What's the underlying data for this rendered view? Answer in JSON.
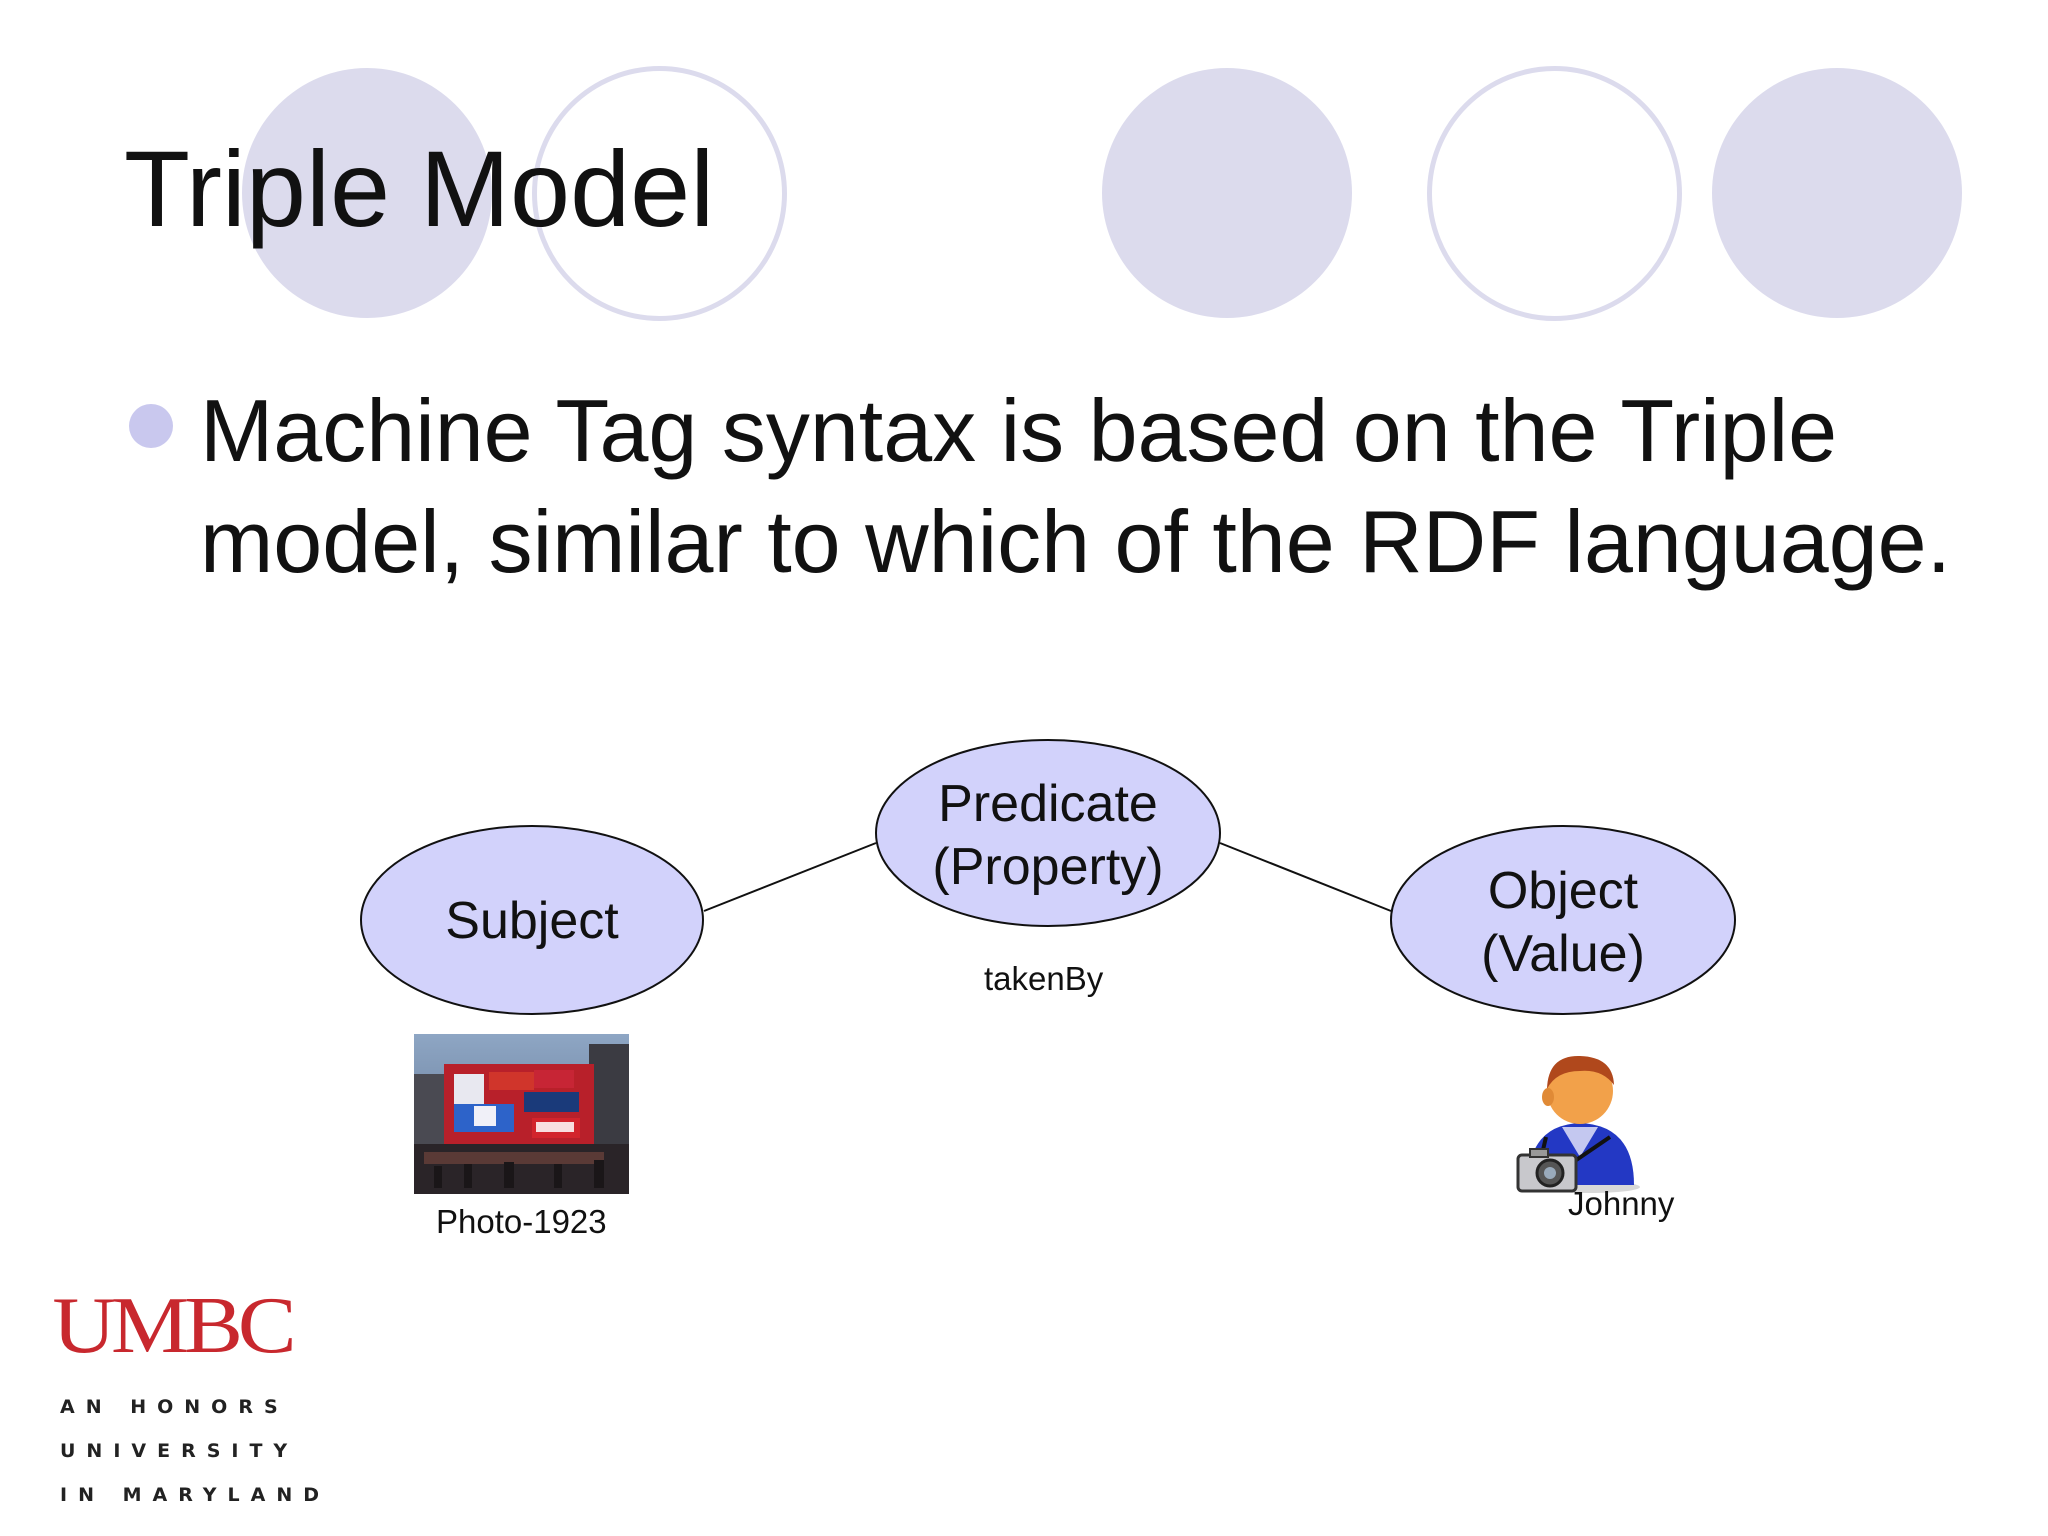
{
  "slide": {
    "title": "Triple Model",
    "bullet": "Machine Tag syntax is based on the Triple model, similar to which of the RDF language."
  },
  "diagram": {
    "subject": {
      "line1": "Subject"
    },
    "predicate": {
      "line1": "Predicate",
      "line2": "(Property)"
    },
    "object": {
      "line1": "Object",
      "line2": "(Value)"
    },
    "predicate_caption": "takenBy",
    "subject_caption": "Photo-1923",
    "object_caption": "Johnny",
    "node_fill": "#d2d2fb",
    "subject_image": "city-street-photo",
    "object_icon": "person-with-camera-icon"
  },
  "logo": {
    "name": "UMBC",
    "line1": "AN HONORS",
    "line2": "UNIVERSITY",
    "line3": "IN MARYLAND",
    "color": "#c8282e"
  },
  "colors": {
    "decor_circle": "#dcdbed",
    "bullet": "#c9c8ee"
  }
}
